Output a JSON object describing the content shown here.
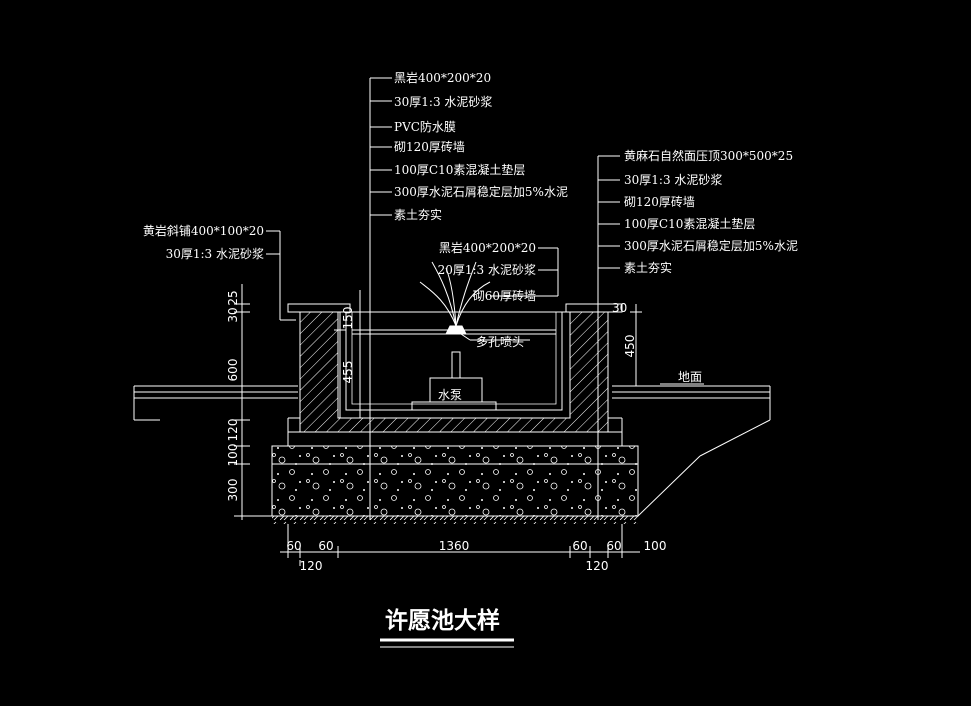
{
  "colors": {
    "background": "#000000",
    "line": "#ffffff",
    "water": "#ffffff"
  },
  "title": "许愿池大样",
  "labels": {
    "center": [
      "黑岩400*200*20",
      "30厚1:3 水泥砂浆",
      "PVC防水膜",
      "砌120厚砖墙",
      "100厚C10素混凝土垫层",
      "300厚水泥石屑稳定层加5%水泥",
      "素土夯实"
    ],
    "left": [
      "黄岩斜铺400*100*20",
      "30厚1:3 水泥砂浆"
    ],
    "right": [
      "黄麻石自然面压顶300*500*25",
      "30厚1:3 水泥砂浆",
      "砌120厚砖墙",
      "100厚C10素混凝土垫层",
      "300厚水泥石屑稳定层加5%水泥",
      "素土夯实"
    ],
    "fountain": [
      "黑岩400*200*20",
      "20厚1:3 水泥砂浆",
      "砌60厚砖墙"
    ],
    "nozzle": "多孔喷头",
    "pump": "水泵",
    "ground": "地面"
  },
  "dims": {
    "left_vertical": [
      "25",
      "30",
      "600",
      "120",
      "100",
      "300"
    ],
    "inner_vertical": [
      "150",
      "455"
    ],
    "right_vertical": [
      "30",
      "450"
    ],
    "bottom": [
      "60",
      "60",
      "1360",
      "60",
      "60",
      "100"
    ],
    "bottom_sub": [
      "120",
      "120"
    ]
  }
}
